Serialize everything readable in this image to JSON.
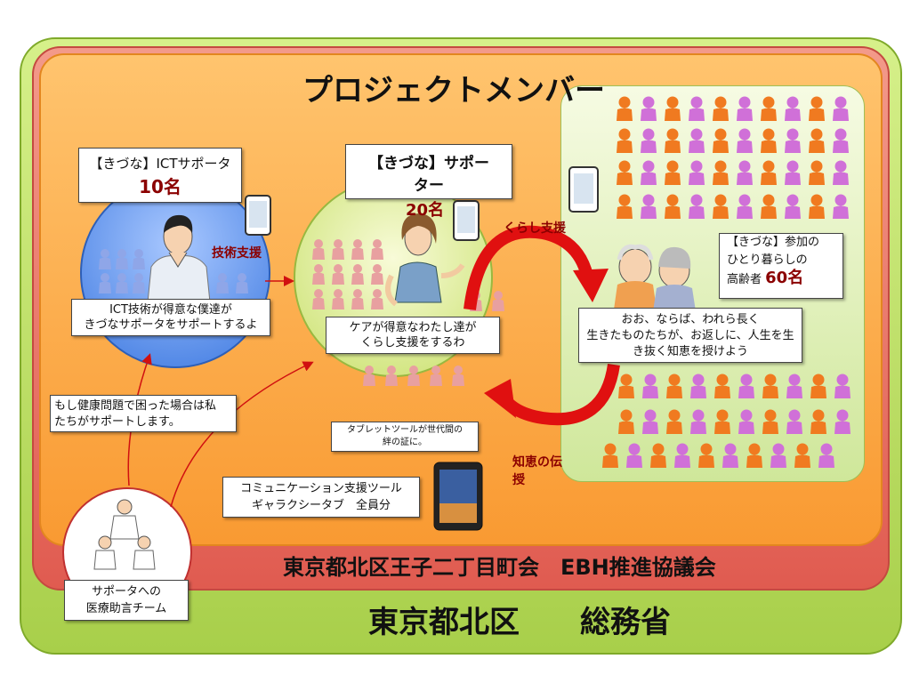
{
  "project_title": "プロジェクトメンバー",
  "ict_supporter": {
    "name_line": "【きづな】ICTサポータ",
    "count": "10名",
    "speech": [
      "ICT技術が得意な僕達が",
      "きづなサポータをサポートするよ"
    ],
    "arrow_label": "技術支援"
  },
  "kizuna_supporter": {
    "name_line1": "【きづな】サポー",
    "name_line2": "ター",
    "count": "20名",
    "speech": [
      "ケアが得意なわたし達が",
      "くらし支援をするわ"
    ],
    "arrow_label": "くらし支援"
  },
  "elderly": {
    "label_line1": "【きづな】参加の",
    "label_line2": "ひとり暮らしの",
    "label_line3": "高齢者",
    "count": "60名",
    "speech": [
      "おお、ならば、われら長く",
      "生きたものたちが、お返しに、人生を生",
      "き抜く知恵を授けよう"
    ],
    "arrow_label_line1": "知恵の伝",
    "arrow_label_line2": "授"
  },
  "health_note": [
    "もし健康問題で困った場合は私",
    "たちがサポートします。"
  ],
  "tablet_note": [
    "タブレットツールが世代間の",
    "絆の証に。"
  ],
  "tool_note": [
    "コミュニケーション支援ツール",
    "ギャラクシータブ　全員分"
  ],
  "medical_team": [
    "サポータへの",
    "医療助言チーム"
  ],
  "council_label": "東京都北区王子二丁目町会　EBH推進協議会",
  "sponsor_label": "東京都北区　　総務省",
  "colors": {
    "green_layer": "#b5d95a",
    "red_layer": "#e05b50",
    "orange_layer": "#f99a32",
    "arrow_red": "#e01010",
    "elder_orange": "#f07a20",
    "elder_purple": "#d070d8"
  }
}
